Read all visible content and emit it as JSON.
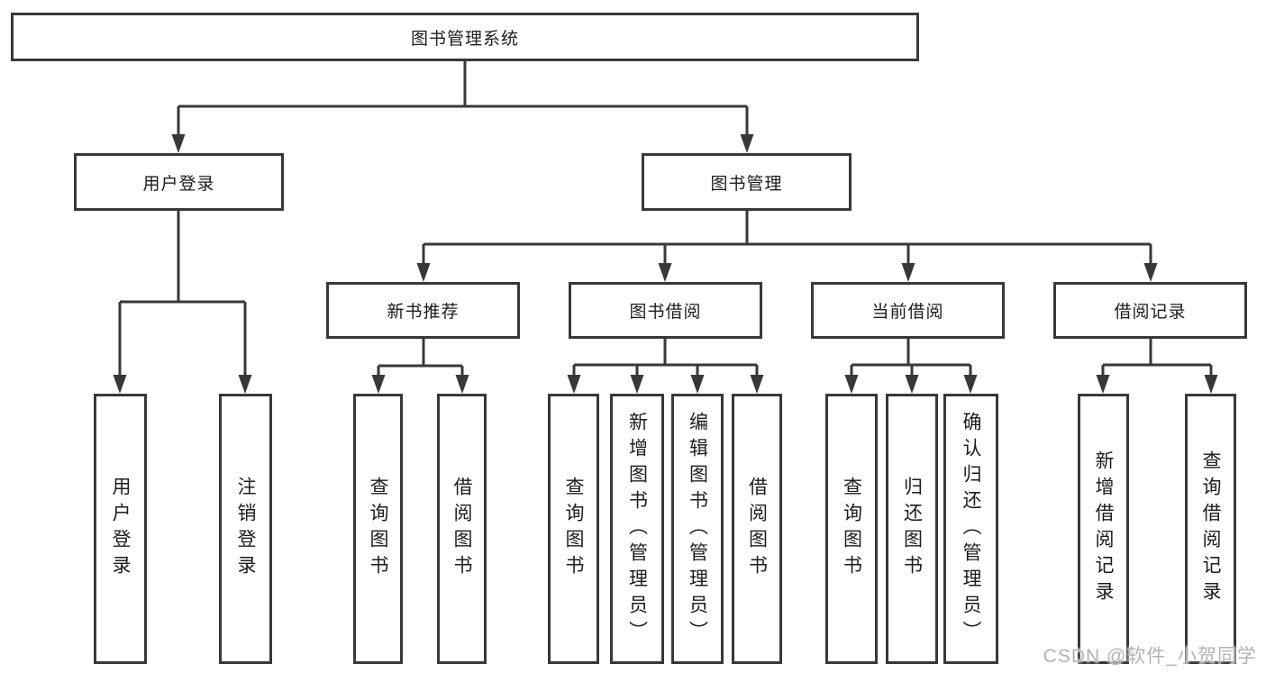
{
  "diagram": {
    "root": {
      "label": "图书管理系统"
    },
    "branches": [
      {
        "label": "用户登录",
        "children": [
          {
            "label": "用户登录"
          },
          {
            "label": "注销登录"
          }
        ]
      },
      {
        "label": "图书管理",
        "children": [
          {
            "label": "新书推荐",
            "children": [
              {
                "label": "查询图书"
              },
              {
                "label": "借阅图书"
              }
            ]
          },
          {
            "label": "图书借阅",
            "children": [
              {
                "label": "查询图书"
              },
              {
                "label": "新增图书（管理员）"
              },
              {
                "label": "编辑图书（管理员）"
              },
              {
                "label": "借阅图书"
              }
            ]
          },
          {
            "label": "当前借阅",
            "children": [
              {
                "label": "查询图书"
              },
              {
                "label": "归还图书"
              },
              {
                "label": "确认归还（管理员）"
              }
            ]
          },
          {
            "label": "借阅记录",
            "children": [
              {
                "label": "新增借阅记录"
              },
              {
                "label": "查询借阅记录"
              }
            ]
          }
        ]
      }
    ]
  },
  "watermark": {
    "text": "CSDN @软件_小贺同学"
  },
  "colors": {
    "line": "#383838",
    "box_border": "#383838",
    "text": "#1c1c1c",
    "background": "#ffffff",
    "watermark": "#b3b3b3"
  }
}
